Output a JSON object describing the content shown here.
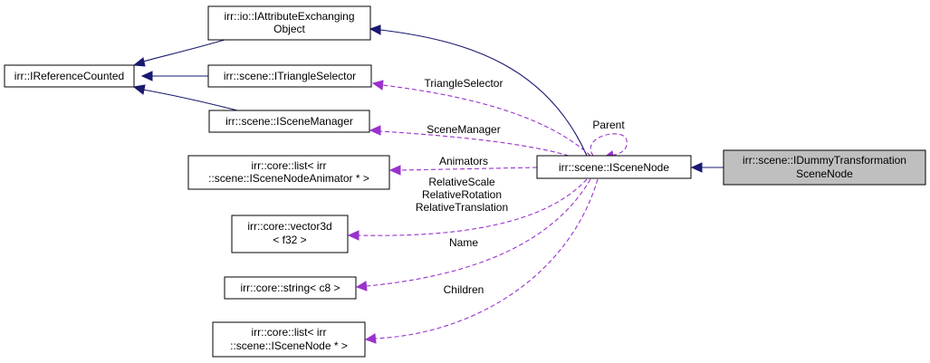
{
  "nodes": {
    "ireferencecounted": {
      "lines": [
        "irr::IReferenceCounted"
      ]
    },
    "iattributeexchanging": {
      "lines": [
        "irr::io::IAttributeExchanging",
        "Object"
      ]
    },
    "itriangleselector": {
      "lines": [
        "irr::scene::ITriangleSelector"
      ]
    },
    "iscenemanager": {
      "lines": [
        "irr::scene::ISceneManager"
      ]
    },
    "listanimator": {
      "lines": [
        "irr::core::list< irr",
        "::scene::ISceneNodeAnimator * >"
      ]
    },
    "vector3d": {
      "lines": [
        "irr::core::vector3d",
        "< f32 >"
      ]
    },
    "stringc8": {
      "lines": [
        "irr::core::string< c8 >"
      ]
    },
    "listscenenode": {
      "lines": [
        "irr::core::list< irr",
        "::scene::ISceneNode * >"
      ]
    },
    "iscenenode": {
      "lines": [
        "irr::scene::ISceneNode"
      ]
    },
    "idummy": {
      "lines": [
        "irr::scene::IDummyTransformation",
        "SceneNode"
      ]
    }
  },
  "edge_labels": {
    "triangle_selector": "TriangleSelector",
    "scene_manager": "SceneManager",
    "parent": "Parent",
    "animators": "Animators",
    "relative": [
      "RelativeScale",
      "RelativeRotation",
      "RelativeTranslation"
    ],
    "name": "Name",
    "children": "Children"
  },
  "colors": {
    "inheritance_edge": "#191970",
    "usage_edge": "#9a32cd",
    "highlight_fill": "#bfbfbf"
  }
}
